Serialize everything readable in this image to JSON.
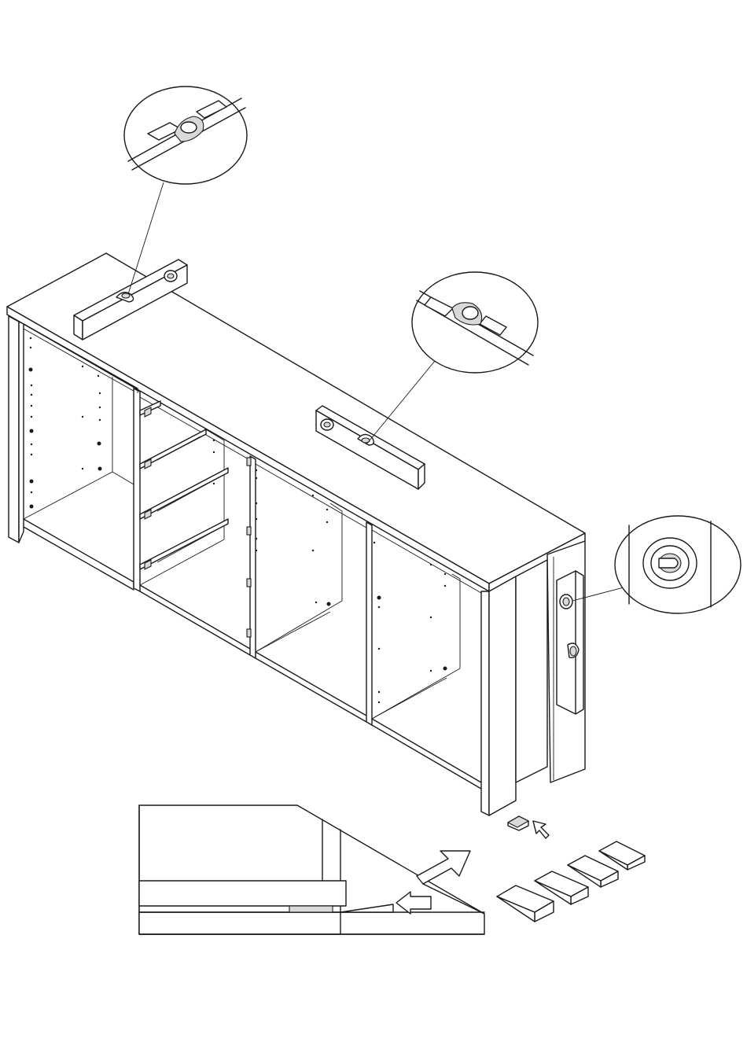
{
  "illustration": {
    "colors": {
      "line": "#1a1a1a",
      "background": "#ffffff",
      "shade": "#d9d9d9"
    },
    "parts": [
      {
        "name": "sideboard-cabinet",
        "icon": "cabinet-icon"
      },
      {
        "name": "spirit-level-top-left",
        "icon": "spirit-level-icon"
      },
      {
        "name": "spirit-level-top-center",
        "icon": "spirit-level-icon"
      },
      {
        "name": "spirit-level-side-vertical",
        "icon": "spirit-level-icon"
      },
      {
        "name": "level-bubble-detail",
        "icon": "magnifier-callout-icon",
        "count": 3
      },
      {
        "name": "leveling-wedge-shims",
        "icon": "wedge-icon",
        "count": 5
      },
      {
        "name": "insert-direction-arrows",
        "icon": "arrow-icon",
        "count": 3
      },
      {
        "name": "shim-placement-detail",
        "icon": "detail-view-icon"
      }
    ]
  }
}
